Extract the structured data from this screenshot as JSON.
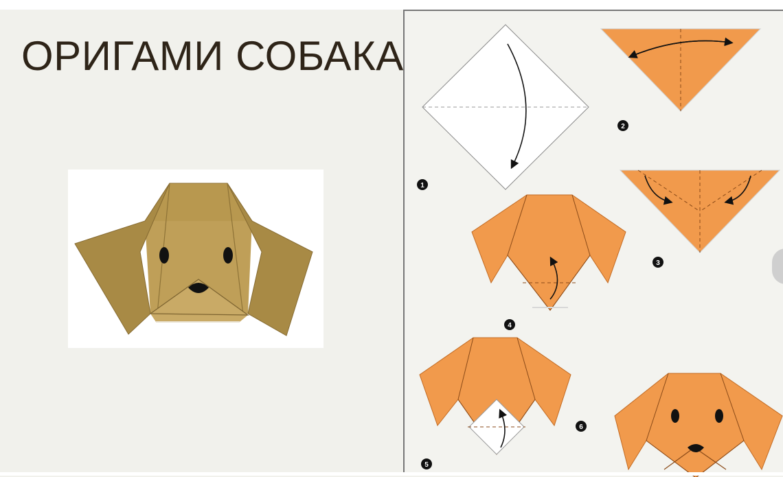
{
  "slide": {
    "title": "ОРИГАМИ СОБАКА"
  },
  "photo": {
    "subject": "origami-dog-face"
  },
  "steps": {
    "labels": [
      "1",
      "2",
      "3",
      "4",
      "5",
      "6"
    ]
  },
  "colors": {
    "background": "#f1f1ec",
    "paper_orange": "#f19a4c",
    "paper_kraft": "#b3944e",
    "title_text": "#2e2418"
  }
}
